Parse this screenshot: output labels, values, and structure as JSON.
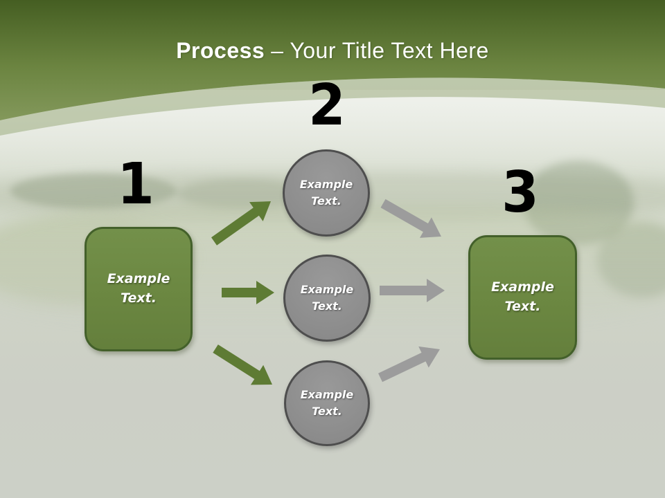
{
  "slide_title": {
    "bold": "Process",
    "rest": "– Your Title Text Here"
  },
  "diagram": {
    "step_numbers": [
      "1",
      "2",
      "3"
    ],
    "left_box": {
      "label": "Example Text."
    },
    "circles": [
      {
        "label": "Example Text."
      },
      {
        "label": "Example Text."
      },
      {
        "label": "Example Text."
      }
    ],
    "right_box": {
      "label": "Example Text."
    }
  },
  "colors": {
    "header_green_top": "#455e22",
    "header_green_mid": "#6b8440",
    "header_green_bottom": "#83985b",
    "header_band_translucent": "#a3b288",
    "title_text": "#ffffff",
    "step_number": "#000000",
    "box_green_fill": "#6c8843",
    "box_green_border": "#43602a",
    "circle_gray_fill": "#8f8f8f",
    "circle_gray_border": "#4e4e4e",
    "arrow_green": "#5e7b34",
    "arrow_gray": "#9c9c9c",
    "shape_text": "#ffffff"
  }
}
